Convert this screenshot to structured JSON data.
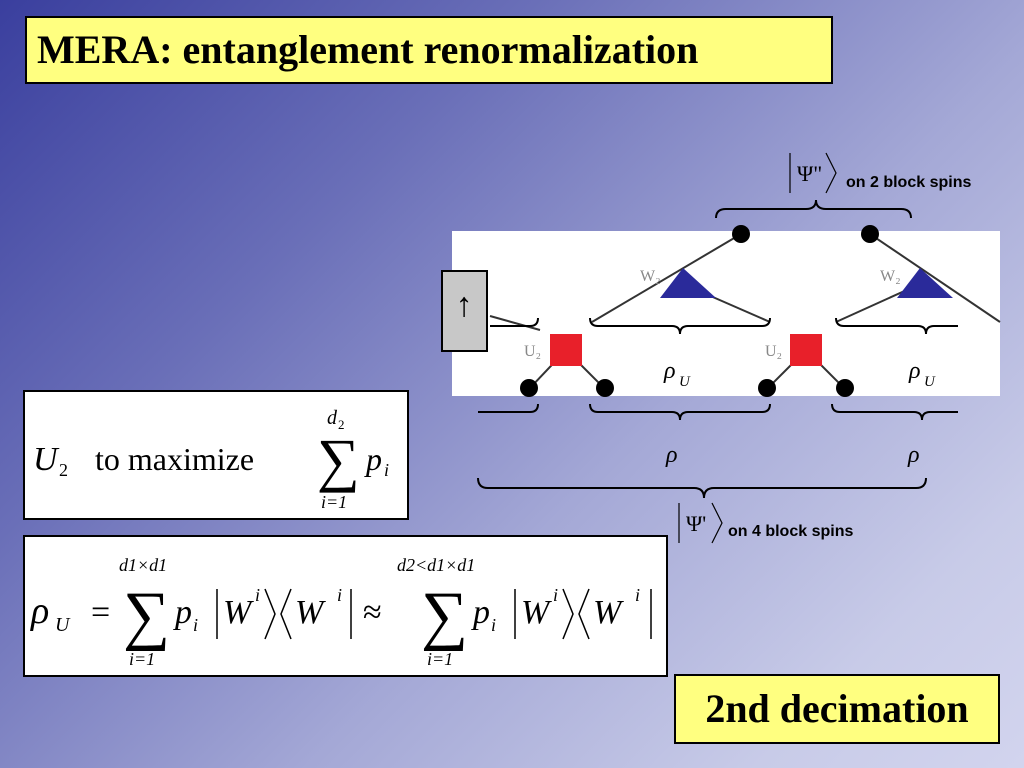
{
  "title": "MERA:  entanglement renormalization",
  "footer_label": "2nd decimation",
  "equation_1": {
    "lhs_symbol": "U",
    "lhs_subscript": "2",
    "text": "to  maximize",
    "sum_upper": "d",
    "sum_upper_sub": "2",
    "sum_lower": "i=1",
    "summand": "p",
    "summand_sub": "i"
  },
  "equation_2": {
    "lhs_symbol": "ρ",
    "lhs_subscript": "U",
    "equals": "=",
    "approx": "≈",
    "sum1_upper": "d1×d1",
    "sum2_upper": "d2<d1×d1",
    "sum_lower": "i=1",
    "p": "p",
    "p_sub": "i",
    "W": "W",
    "W_sup": "i"
  },
  "diagram": {
    "psi_top_label": "Ψ\"",
    "psi_top_caption": "on 2 block spins",
    "psi_bottom_label": "Ψ'",
    "psi_bottom_caption": "on 4 block spins",
    "rho_U_label": "ρ",
    "rho_U_sub": "U",
    "rho_label": "ρ",
    "w_label": "W₂",
    "u_label": "U₂",
    "arrow_glyph": "↑",
    "colors": {
      "triangle": "#2a2a9a",
      "square": "#e8202a",
      "node": "#000000"
    }
  }
}
